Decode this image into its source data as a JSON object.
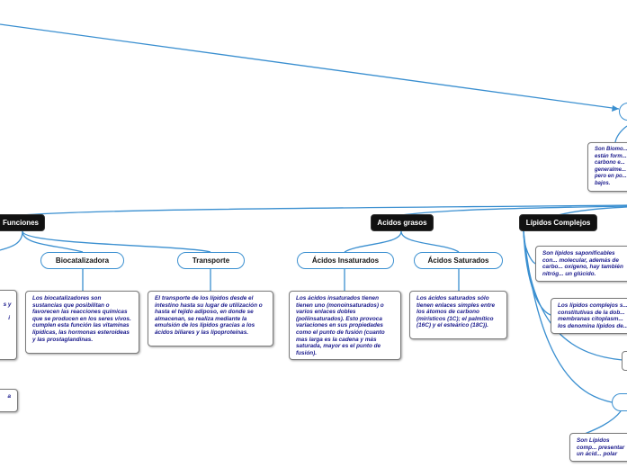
{
  "colors": {
    "link": "#3a8fd0",
    "dark_node": "#111111",
    "note_text": "#1a1a8c"
  },
  "nodes": {
    "funciones": "Funciones",
    "acidos_grasos": "Acidos grasos",
    "lipidos_complejos": "Lípidos Complejos",
    "biocatalizadora": "Biocatalizadora",
    "transporte": "Transporte",
    "acidos_insaturados": "Ácidos Insaturados",
    "acidos_saturados": "Ácidos Saturados"
  },
  "notes": {
    "definicion": "Son Biomo... están form... carbono e... generalme... pero en po... bajos.",
    "biocatalizadora": "Los biocatalizadores son sustancias que posibilitan o favorecen las reacciones químicas que se producen en los seres vivos. cumplen esta función las vitaminas lipídicas, las hormonas esteroideas y las prostaglandinas.",
    "transporte": "El transporte de los lípidos desde el intestino  hasta su lugar de utilización o hasta el tejido adiposo, en donde se almacenan, se realiza mediante la emulsión de los lípidos gracias a los ácidos biliares y las lipoproteínas.",
    "insaturados": "Los ácidos insaturados tienen tienen uno (monoinsaturados) o varios enlaces dobles (poliinsaturados).  Esto provoca variaciones en sus propiedades como el punto de fusión (cuanto mas larga es la cadena y más saturada, mayor es el punto de fusión).",
    "saturados": "Los ácidos saturados sólo tienen enlaces simples entre los átomos de carbono (mirísticos (1C); el palmítico (16C) y el esteárico (18C)).",
    "saponificables": "Son lípidos saponificables con... molecular, además de carbo... oxígeno, hay también nitróg... un glúcido.",
    "complejos_membranas": "Los lípidos complejos s... constitutivas de la dob... membranas citoplasm... los denomina lípidos de...",
    "polar": "Son Lípidos comp... presentar un ácid... polar",
    "left_partial_1": "s y\n\ni",
    "left_partial_2": "a"
  }
}
